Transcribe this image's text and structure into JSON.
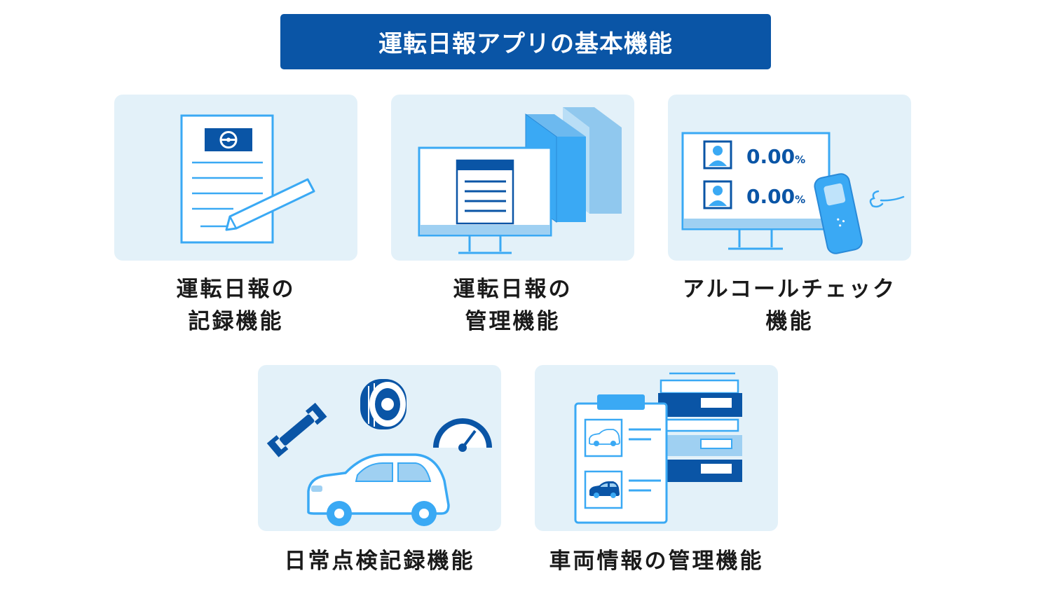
{
  "title": "運転日報アプリの基本機能",
  "features": [
    {
      "id": "daily-report-record",
      "lines": [
        "運転日報の",
        "記録機能"
      ],
      "icon": "document-pen-icon"
    },
    {
      "id": "daily-report-manage",
      "lines": [
        "運転日報の",
        "管理機能"
      ],
      "icon": "monitor-books-icon"
    },
    {
      "id": "alcohol-check",
      "lines": [
        "アルコールチェック",
        "機能"
      ],
      "icon": "alcohol-checker-icon",
      "readings": [
        "0.00",
        "0.00"
      ],
      "unit": "%"
    },
    {
      "id": "daily-inspection",
      "lines": [
        "日常点検記録機能"
      ],
      "icon": "car-maintenance-icon"
    },
    {
      "id": "vehicle-info",
      "lines": [
        "車両情報の管理機能"
      ],
      "icon": "clipboard-car-icon"
    }
  ],
  "colors": {
    "navy": "#0a55a6",
    "light_blue": "#3aa9f4",
    "card_bg": "#e3f1f9"
  }
}
